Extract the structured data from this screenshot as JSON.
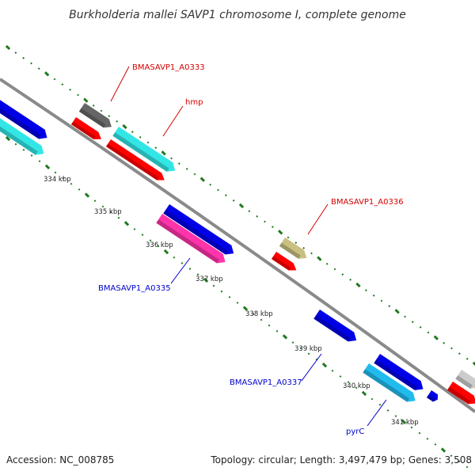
{
  "title": "Burkholderia mallei SAVP1 chromosome I, complete genome",
  "footer": {
    "accession": "Accession: NC_008785",
    "summary": "Topology: circular; Length: 3,497,479 bp; Genes: 3,508"
  },
  "ticks": [
    "334 kbp",
    "335 kbp",
    "336 kbp",
    "337 kbp",
    "338 kbp",
    "339 kbp",
    "340 kbp",
    "341 kbp"
  ],
  "gene_labels": [
    {
      "text": "BMASAVP1_A0333",
      "color": "#d40000"
    },
    {
      "text": "hmp",
      "color": "#d40000"
    },
    {
      "text": "BMASAVP1_A0336",
      "color": "#d40000"
    },
    {
      "text": "BMASAVP1_A0335",
      "color": "#0000cc"
    },
    {
      "text": "BMASAVP1_A0337",
      "color": "#0000cc"
    },
    {
      "text": "pyrC",
      "color": "#0000cc"
    }
  ],
  "colors": {
    "backbone": "#8a8a8a",
    "tick_dots": "#1f7a1f",
    "cds": "#ff0000",
    "blue": "#0000e6",
    "cyan": "#33e6e6",
    "magenta": "#ff33aa",
    "darkgray": "#666666",
    "olive": "#c8bf80",
    "lightgray": "#cccccc",
    "skyblue": "#22bbee"
  }
}
